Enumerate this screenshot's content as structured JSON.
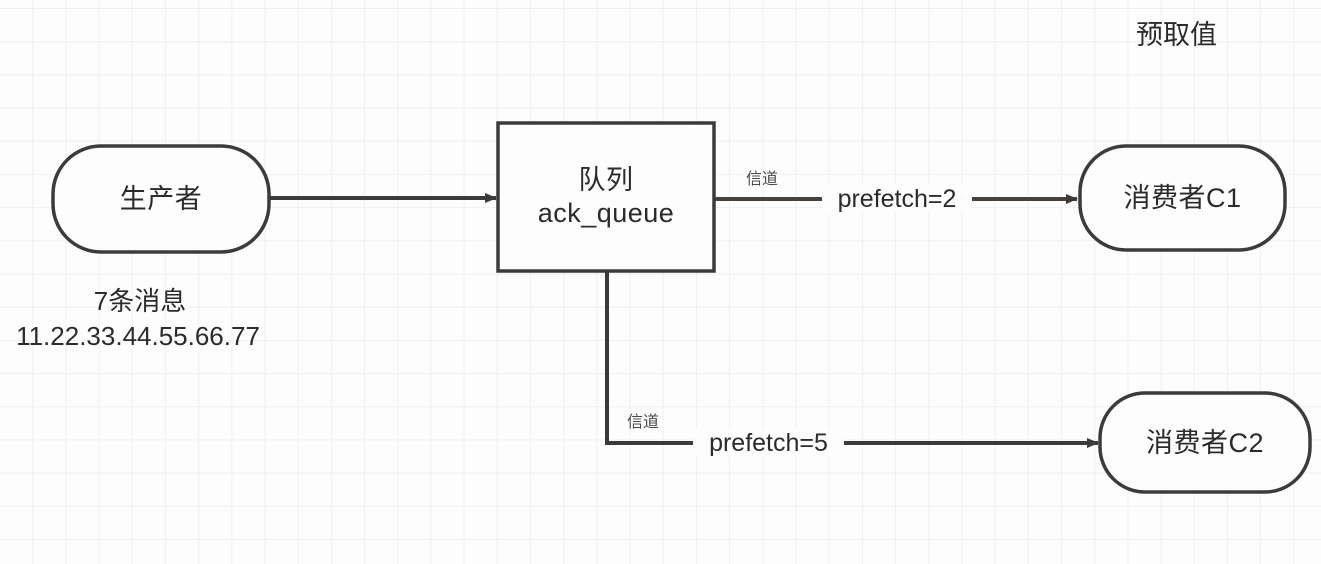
{
  "diagram": {
    "title": "预取值",
    "nodes": [
      {
        "id": "producer",
        "label": "生产者",
        "shape": "rounded-rect"
      },
      {
        "id": "queue",
        "label_line1": "队列",
        "label_line2": "ack_queue",
        "shape": "rect"
      },
      {
        "id": "consumer1",
        "label": "消费者C1",
        "shape": "rounded-rect"
      },
      {
        "id": "consumer2",
        "label": "消费者C2",
        "shape": "rounded-rect"
      }
    ],
    "annotations": {
      "message_count": "7条消息",
      "message_ids": "11.22.33.44.55.66.77"
    },
    "edges": [
      {
        "id": "producer-to-queue",
        "channel_label": "",
        "value_label": ""
      },
      {
        "id": "queue-to-consumer1",
        "channel_label": "信道",
        "value_label": "prefetch=2"
      },
      {
        "id": "queue-to-consumer2",
        "channel_label": "信道",
        "value_label": "prefetch=5"
      }
    ],
    "colors": {
      "stroke": "#3b3b3b",
      "edge_stroke": "#4a4038",
      "node_fill": "#fdfdfd",
      "text": "#2b2b2b",
      "grid": "#f0f0f0"
    }
  }
}
